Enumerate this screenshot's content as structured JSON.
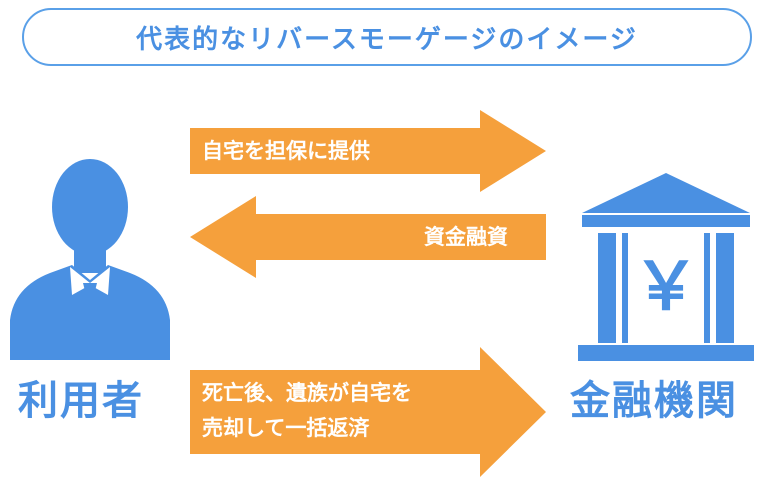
{
  "title": "代表的なリバースモーゲージのイメージ",
  "user_label": "利用者",
  "bank_label": "金融機関",
  "bank_symbol": "￥",
  "arrows": [
    {
      "text": "自宅を担保に提供",
      "direction": "right"
    },
    {
      "text": "資金融資",
      "direction": "left"
    },
    {
      "line1": "死亡後、遺族が自宅を",
      "line2": "売却して一括返済",
      "direction": "right"
    }
  ],
  "colors": {
    "accent_blue": "#4a90e2",
    "arrow_orange": "#f5a03c"
  },
  "icons": {
    "user": "businessman-icon",
    "bank": "bank-building-icon"
  }
}
